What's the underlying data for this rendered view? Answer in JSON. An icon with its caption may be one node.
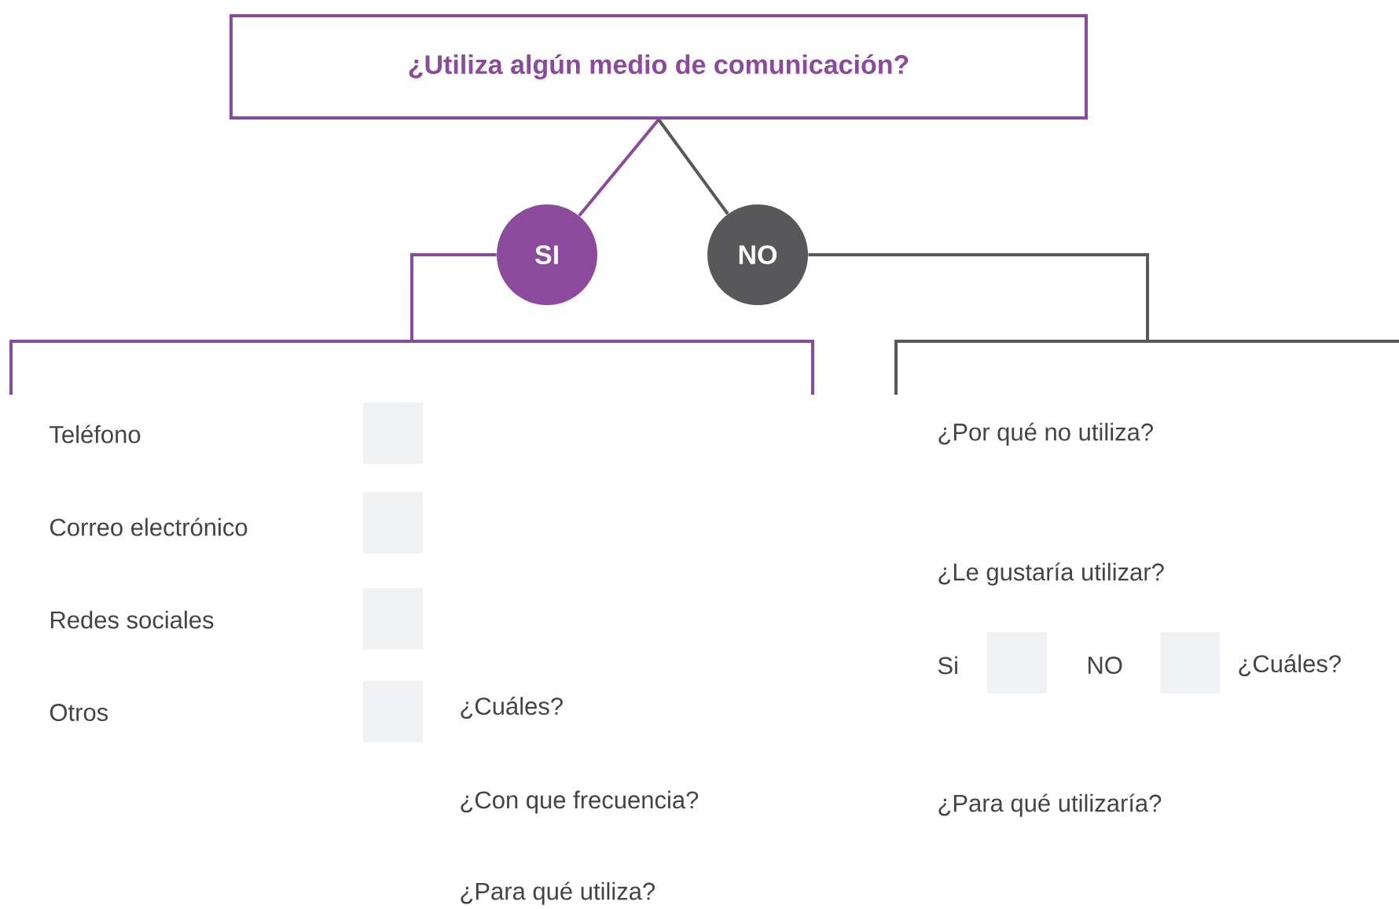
{
  "diagram": {
    "nodes": [
      {
        "text": [
          "¿Utiliza algún medio de comunicación?"
        ]
      },
      {
        "text": [
          "SI"
        ]
      },
      {
        "text": [
          "NO"
        ]
      },
      {
        "text": [],
        "shape": "bracket"
      },
      {
        "text": [],
        "shape": "bracket"
      }
    ],
    "edges": [
      {
        "from": 0,
        "to": 1,
        "arrow": "none",
        "color": "#8b4a9c"
      },
      {
        "from": 0,
        "to": 2,
        "arrow": "none",
        "color": "#58585a"
      },
      {
        "from": 1,
        "to": 3,
        "arrow": "none",
        "color": "#8b4a9c"
      },
      {
        "from": 2,
        "to": 4,
        "arrow": "none",
        "color": "#58585a"
      }
    ],
    "labels": [
      "Teléfono",
      "Correo electrónico",
      "Redes sociales",
      "Otros",
      "¿Cuáles?",
      "¿Con que frecuencia?",
      "¿Para qué utiliza?",
      "¿Por qué no utiliza?",
      "¿Le gustaría utilizar?",
      "Si",
      "NO",
      "¿Cuáles?",
      "¿Para qué utilizaría?"
    ]
  }
}
